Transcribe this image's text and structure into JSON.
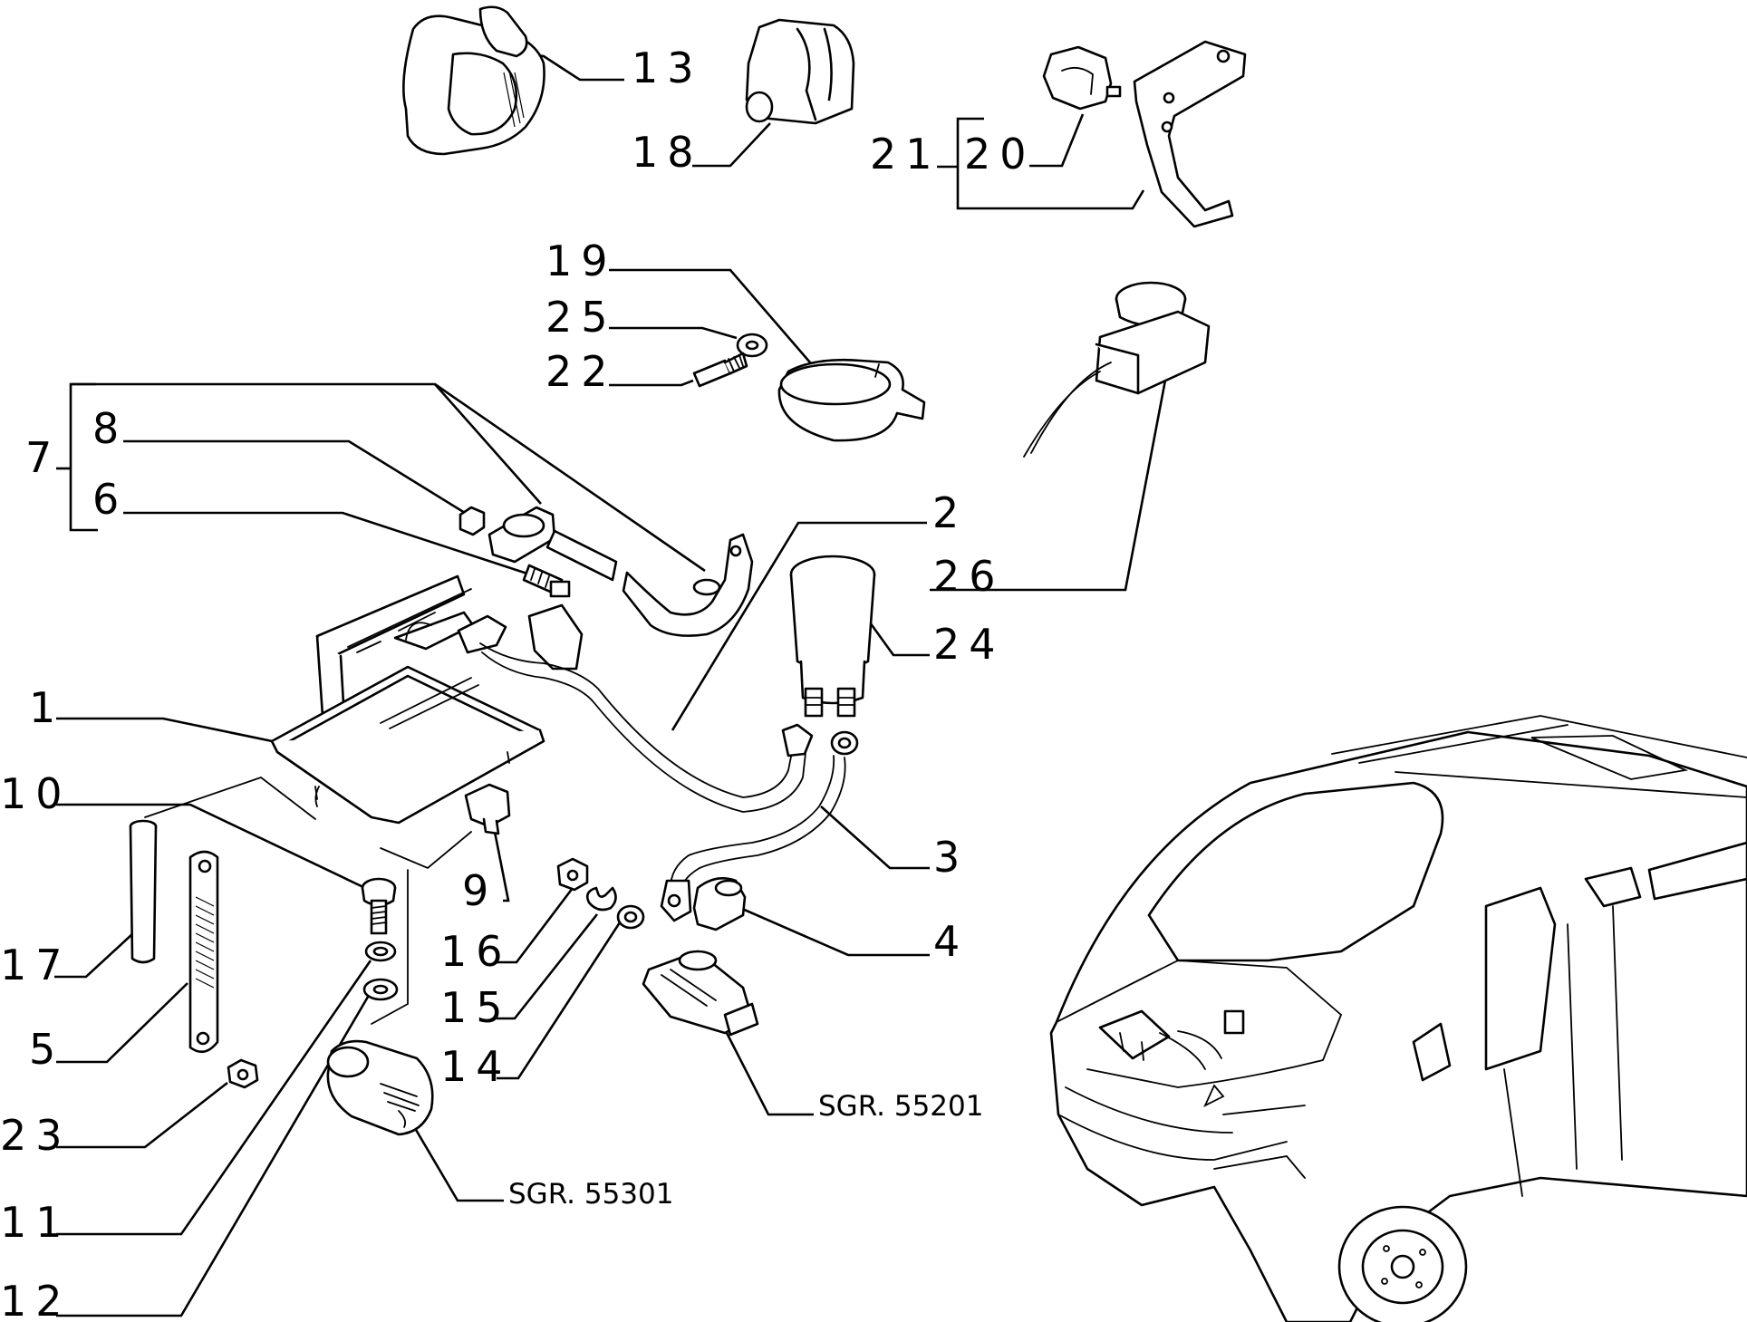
{
  "callouts": {
    "c13": "13",
    "c18": "18",
    "c21": "21",
    "c20": "20",
    "c19": "19",
    "c25": "25",
    "c22": "22",
    "c7": "7",
    "c8": "8",
    "c6": "6",
    "c2": "2",
    "c26": "26",
    "c24": "24",
    "c1": "1",
    "c10": "10",
    "c9": "9",
    "c3": "3",
    "c16": "16",
    "c4": "4",
    "c17": "17",
    "c15": "15",
    "c5": "5",
    "c14": "14",
    "c23": "23",
    "c11": "11",
    "c12": "12"
  },
  "references": {
    "starter": "SGR. 55201",
    "alternator": "SGR. 55301"
  }
}
